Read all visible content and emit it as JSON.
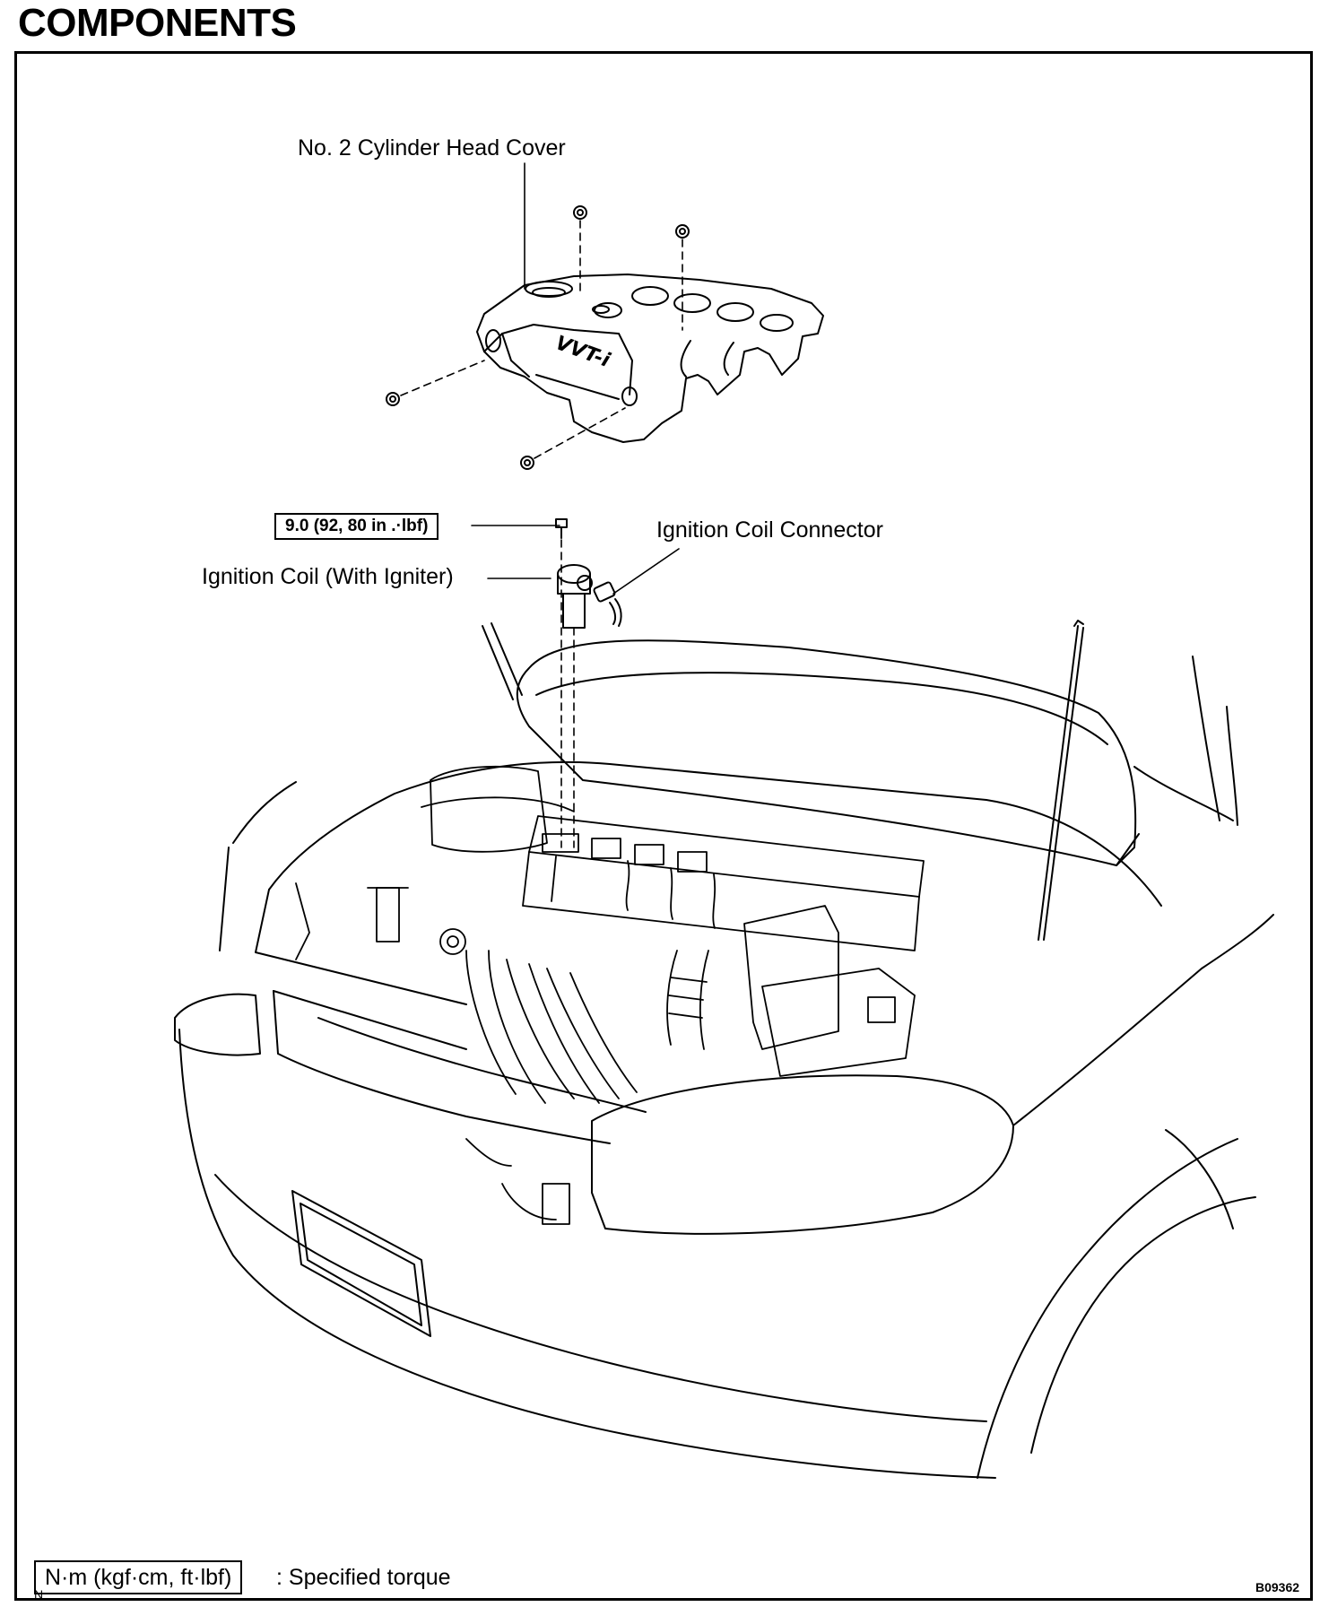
{
  "page": {
    "title": "COMPONENTS"
  },
  "labels": {
    "head_cover": "No. 2 Cylinder Head Cover",
    "ignition_coil": "Ignition Coil (With Igniter)",
    "coil_connector": "Ignition Coil Connector",
    "cover_badge": "VVT-i"
  },
  "torque": {
    "bolt_spec": "9.0 (92, 80 in .·lbf)"
  },
  "legend": {
    "unit_box": "N·m (kgf·cm, ft·lbf)",
    "description": ": Specified torque"
  },
  "figure": {
    "code": "B09362",
    "corner_mark": "N"
  },
  "icons": [
    "nut-icon",
    "bolt-icon",
    "connector-icon"
  ]
}
